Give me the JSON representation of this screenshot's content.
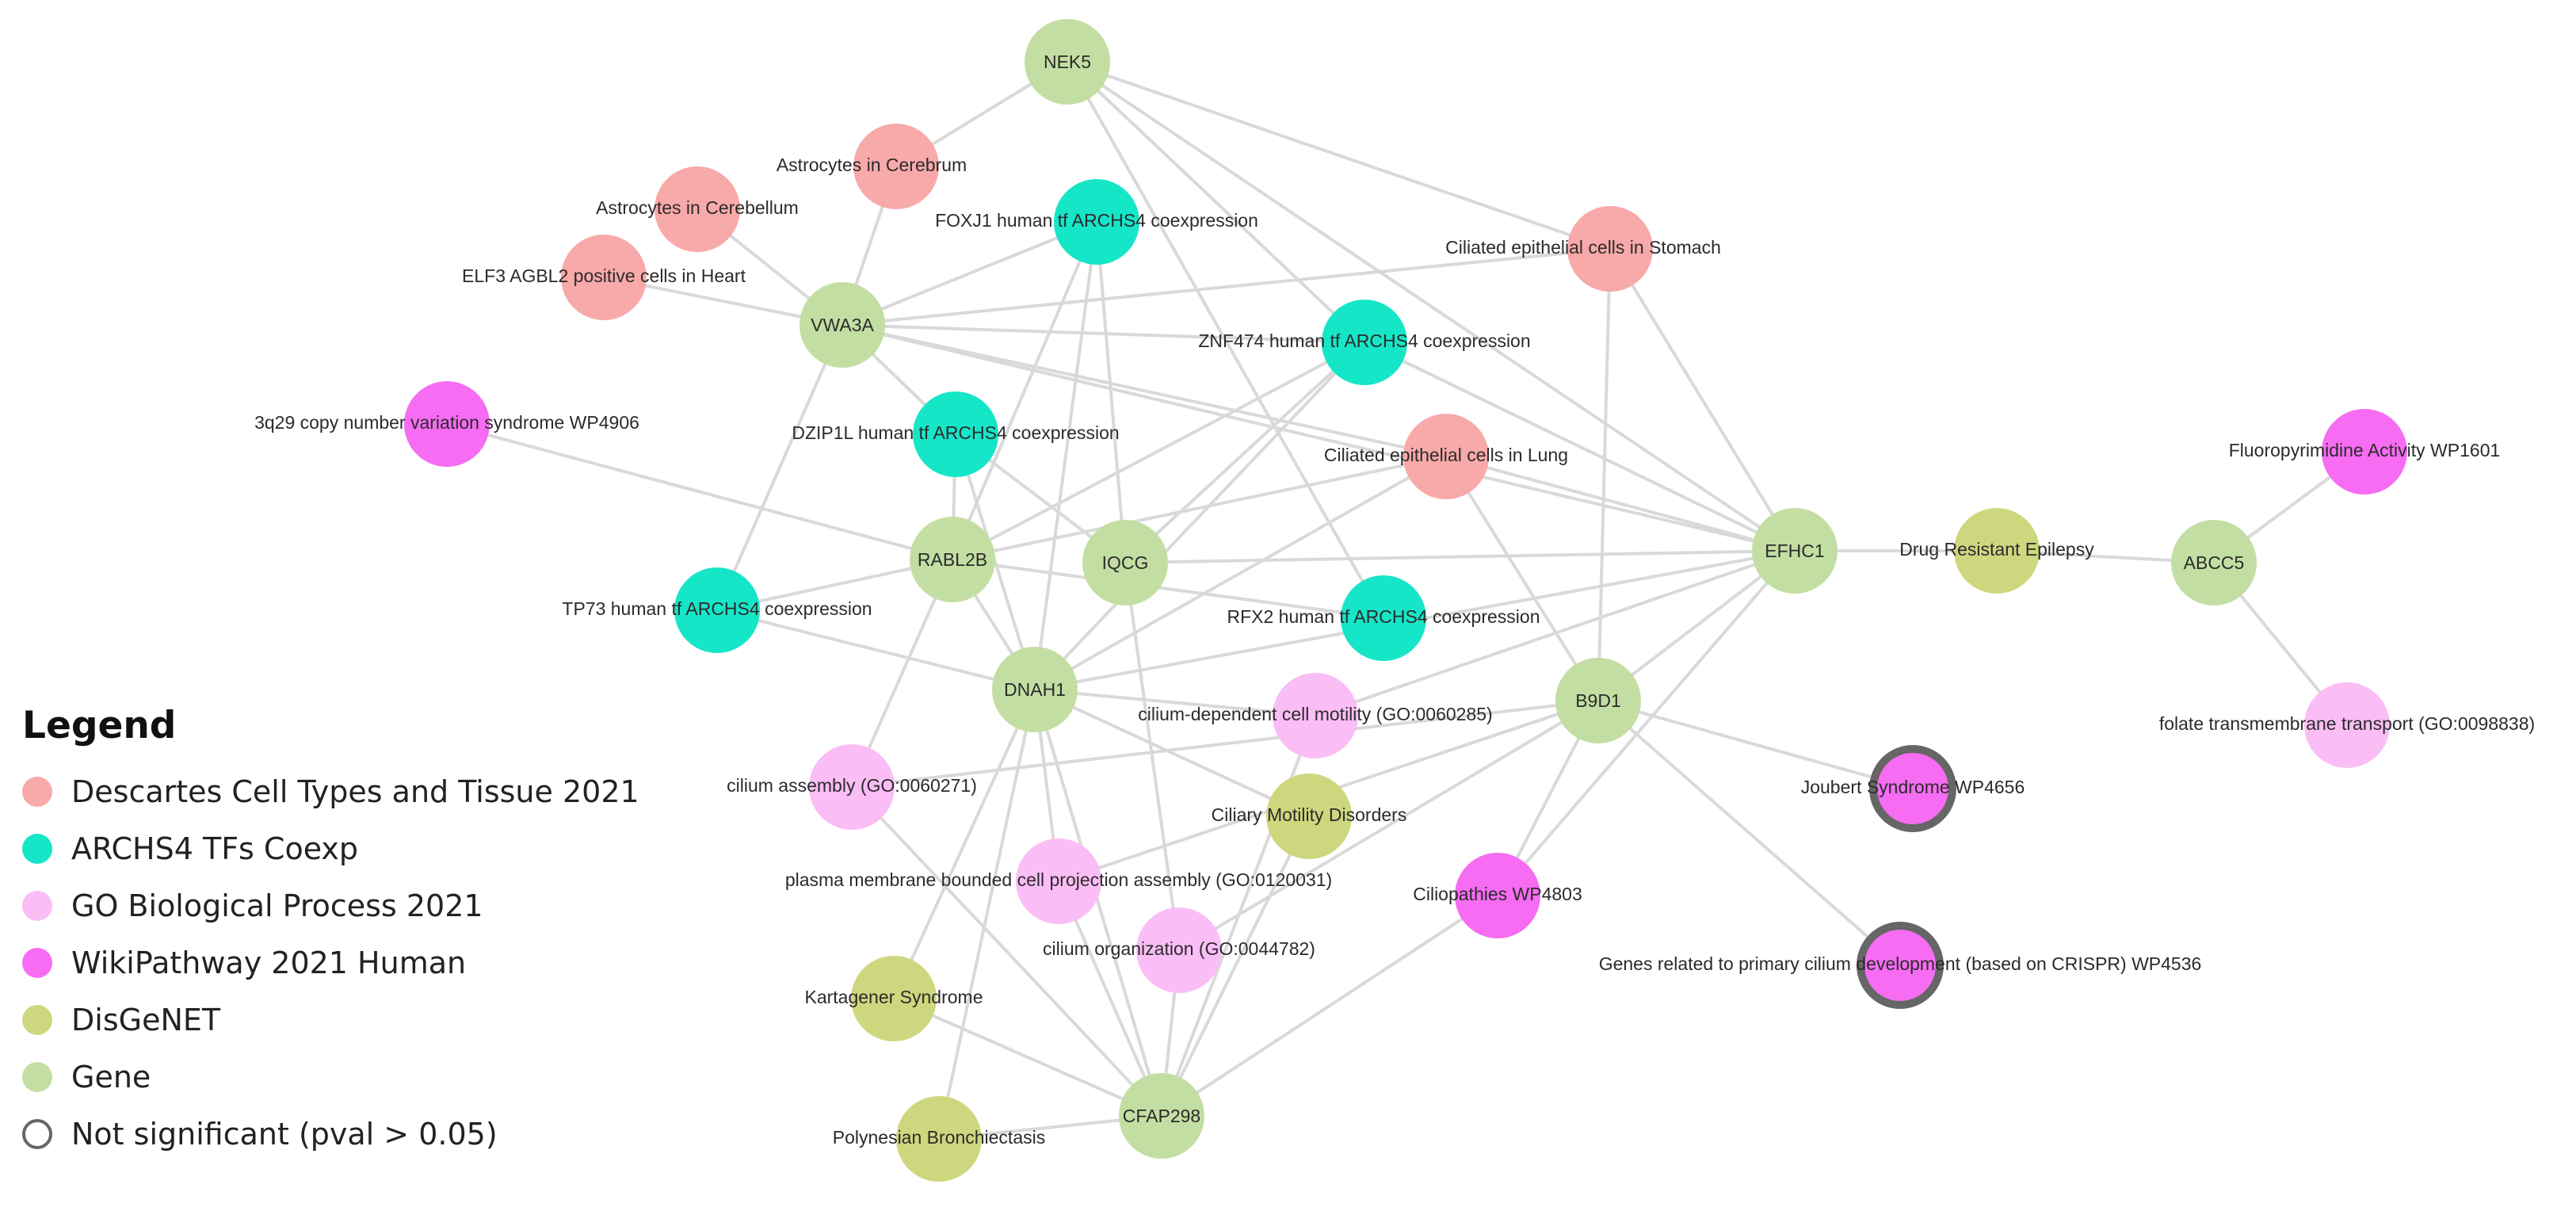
{
  "colors": {
    "descartes": "#f8a9a9",
    "archs4": "#16e6c8",
    "go": "#fbbdf5",
    "wikipathway": "#f66cf2",
    "disgenet": "#cfd77e",
    "gene": "#c3dea2",
    "not_significant_ring": "#666666",
    "edge": "#d9d9d9"
  },
  "legend": {
    "title": "Legend",
    "items": [
      {
        "label": "Descartes Cell Types and Tissue 2021",
        "category": "descartes"
      },
      {
        "label": "ARCHS4 TFs Coexp",
        "category": "archs4"
      },
      {
        "label": "GO Biological Process 2021",
        "category": "go"
      },
      {
        "label": "WikiPathway 2021 Human",
        "category": "wikipathway"
      },
      {
        "label": "DisGeNET",
        "category": "disgenet"
      },
      {
        "label": "Gene",
        "category": "gene"
      },
      {
        "label": "Not significant (pval > 0.05)",
        "category": "not_significant"
      }
    ]
  },
  "nodes": [
    {
      "id": "NEK5",
      "label": "NEK5",
      "category": "gene"
    },
    {
      "id": "VWA3A",
      "label": "VWA3A",
      "category": "gene"
    },
    {
      "id": "RABL2B",
      "label": "RABL2B",
      "category": "gene"
    },
    {
      "id": "IQCG",
      "label": "IQCG",
      "category": "gene"
    },
    {
      "id": "DNAH1",
      "label": "DNAH1",
      "category": "gene"
    },
    {
      "id": "EFHC1",
      "label": "EFHC1",
      "category": "gene"
    },
    {
      "id": "B9D1",
      "label": "B9D1",
      "category": "gene"
    },
    {
      "id": "ABCC5",
      "label": "ABCC5",
      "category": "gene"
    },
    {
      "id": "CFAP298",
      "label": "CFAP298",
      "category": "gene"
    },
    {
      "id": "astro_cerebrum",
      "label": "Astrocytes in Cerebrum",
      "category": "descartes"
    },
    {
      "id": "astro_cerebellum",
      "label": "Astrocytes in Cerebellum",
      "category": "descartes"
    },
    {
      "id": "elf3_heart",
      "label": "ELF3 AGBL2 positive cells in Heart",
      "category": "descartes"
    },
    {
      "id": "cil_stomach",
      "label": "Ciliated epithelial cells in Stomach",
      "category": "descartes"
    },
    {
      "id": "cil_lung",
      "label": "Ciliated epithelial cells in Lung",
      "category": "descartes"
    },
    {
      "id": "foxj1",
      "label": "FOXJ1 human tf ARCHS4 coexpression",
      "category": "archs4"
    },
    {
      "id": "znf474",
      "label": "ZNF474 human tf ARCHS4 coexpression",
      "category": "archs4"
    },
    {
      "id": "dzip1l",
      "label": "DZIP1L human tf ARCHS4 coexpression",
      "category": "archs4"
    },
    {
      "id": "tp73",
      "label": "TP73 human tf ARCHS4 coexpression",
      "category": "archs4"
    },
    {
      "id": "rfx2",
      "label": "RFX2 human tf ARCHS4 coexpression",
      "category": "archs4"
    },
    {
      "id": "wp4906",
      "label": "3q29 copy number variation syndrome WP4906",
      "category": "wikipathway"
    },
    {
      "id": "wp1601",
      "label": "Fluoropyrimidine Activity WP1601",
      "category": "wikipathway"
    },
    {
      "id": "wp4656",
      "label": "Joubert Syndrome WP4656",
      "category": "wikipathway",
      "not_significant": true
    },
    {
      "id": "wp4803",
      "label": "Ciliopathies WP4803",
      "category": "wikipathway"
    },
    {
      "id": "wp4536",
      "label": "Genes related to primary cilium development (based on CRISPR) WP4536",
      "category": "wikipathway",
      "not_significant": true
    },
    {
      "id": "go0060285",
      "label": "cilium-dependent cell motility (GO:0060285)",
      "category": "go"
    },
    {
      "id": "go0060271",
      "label": "cilium assembly (GO:0060271)",
      "category": "go"
    },
    {
      "id": "go0120031",
      "label": "plasma membrane bounded cell projection assembly (GO:0120031)",
      "category": "go"
    },
    {
      "id": "go0044782",
      "label": "cilium organization (GO:0044782)",
      "category": "go"
    },
    {
      "id": "go0098838",
      "label": "folate transmembrane transport (GO:0098838)",
      "category": "go"
    },
    {
      "id": "drug_epilepsy",
      "label": "Drug Resistant Epilepsy",
      "category": "disgenet"
    },
    {
      "id": "ciliary_motility",
      "label": "Ciliary Motility Disorders",
      "category": "disgenet"
    },
    {
      "id": "kartagener",
      "label": "Kartagener Syndrome",
      "category": "disgenet"
    },
    {
      "id": "polynesian",
      "label": "Polynesian Bronchiectasis",
      "category": "disgenet"
    }
  ],
  "edges": [
    [
      "NEK5",
      "astro_cerebrum"
    ],
    [
      "NEK5",
      "cil_stomach"
    ],
    [
      "NEK5",
      "znf474"
    ],
    [
      "NEK5",
      "rfx2"
    ],
    [
      "NEK5",
      "EFHC1"
    ],
    [
      "VWA3A",
      "astro_cerebrum"
    ],
    [
      "VWA3A",
      "astro_cerebellum"
    ],
    [
      "VWA3A",
      "elf3_heart"
    ],
    [
      "VWA3A",
      "foxj1"
    ],
    [
      "VWA3A",
      "znf474"
    ],
    [
      "VWA3A",
      "cil_stomach"
    ],
    [
      "VWA3A",
      "dzip1l"
    ],
    [
      "VWA3A",
      "cil_lung"
    ],
    [
      "VWA3A",
      "EFHC1"
    ],
    [
      "VWA3A",
      "tp73"
    ],
    [
      "RABL2B",
      "foxj1"
    ],
    [
      "RABL2B",
      "dzip1l"
    ],
    [
      "RABL2B",
      "znf474"
    ],
    [
      "RABL2B",
      "cil_lung"
    ],
    [
      "RABL2B",
      "wp4906"
    ],
    [
      "RABL2B",
      "tp73"
    ],
    [
      "RABL2B",
      "rfx2"
    ],
    [
      "RABL2B",
      "DNAH1"
    ],
    [
      "RABL2B",
      "go0060271"
    ],
    [
      "IQCG",
      "foxj1"
    ],
    [
      "IQCG",
      "znf474"
    ],
    [
      "IQCG",
      "dzip1l"
    ],
    [
      "IQCG",
      "EFHC1"
    ],
    [
      "IQCG",
      "go0044782"
    ],
    [
      "DNAH1",
      "foxj1"
    ],
    [
      "DNAH1",
      "znf474"
    ],
    [
      "DNAH1",
      "dzip1l"
    ],
    [
      "DNAH1",
      "cil_lung"
    ],
    [
      "DNAH1",
      "tp73"
    ],
    [
      "DNAH1",
      "go0060285"
    ],
    [
      "DNAH1",
      "go0120031"
    ],
    [
      "DNAH1",
      "ciliary_motility"
    ],
    [
      "DNAH1",
      "kartagener"
    ],
    [
      "DNAH1",
      "polynesian"
    ],
    [
      "DNAH1",
      "CFAP298"
    ],
    [
      "DNAH1",
      "EFHC1"
    ],
    [
      "EFHC1",
      "cil_stomach"
    ],
    [
      "EFHC1",
      "znf474"
    ],
    [
      "EFHC1",
      "cil_lung"
    ],
    [
      "EFHC1",
      "drug_epilepsy"
    ],
    [
      "EFHC1",
      "B9D1"
    ],
    [
      "EFHC1",
      "wp4803"
    ],
    [
      "EFHC1",
      "go0060285"
    ],
    [
      "B9D1",
      "cil_stomach"
    ],
    [
      "B9D1",
      "cil_lung"
    ],
    [
      "B9D1",
      "wp4656"
    ],
    [
      "B9D1",
      "wp4536"
    ],
    [
      "B9D1",
      "go0060271"
    ],
    [
      "B9D1",
      "go0044782"
    ],
    [
      "B9D1",
      "go0120031"
    ],
    [
      "B9D1",
      "wp4803"
    ],
    [
      "ABCC5",
      "drug_epilepsy"
    ],
    [
      "ABCC5",
      "wp1601"
    ],
    [
      "ABCC5",
      "go0098838"
    ],
    [
      "CFAP298",
      "go0060271"
    ],
    [
      "CFAP298",
      "go0120031"
    ],
    [
      "CFAP298",
      "go0044782"
    ],
    [
      "CFAP298",
      "ciliary_motility"
    ],
    [
      "CFAP298",
      "kartagener"
    ],
    [
      "CFAP298",
      "polynesian"
    ],
    [
      "CFAP298",
      "wp4803"
    ],
    [
      "CFAP298",
      "go0060285"
    ]
  ]
}
